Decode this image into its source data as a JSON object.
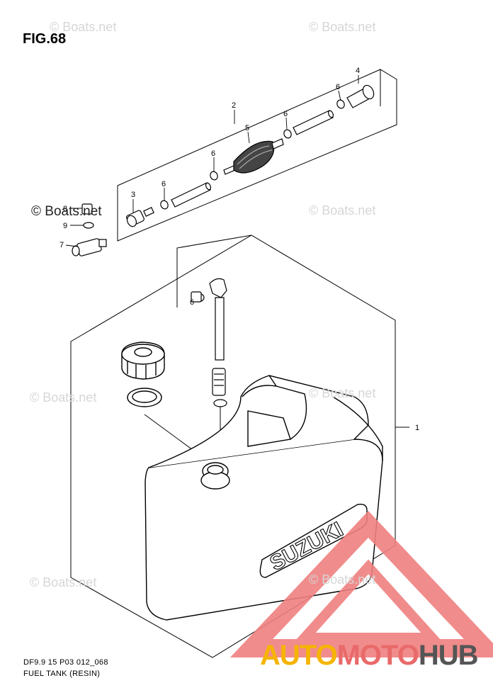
{
  "figure": {
    "title": "FIG.68"
  },
  "watermarks": [
    "© Boats.net",
    "© Boats.net",
    "© Boats.net",
    "© Boats.net",
    "© Boats.net",
    "© Boats.net",
    "© Boats.net",
    "© Boats.net"
  ],
  "watermark_dark": "© Boats.net",
  "callouts": [
    "1",
    "2",
    "3",
    "4",
    "5",
    "6",
    "6",
    "6",
    "6",
    "6",
    "7",
    "8",
    "9"
  ],
  "tank_logo": "SUZUKI",
  "caption": {
    "line1": "DF9.9 15 P03 012_068",
    "line2": "FUEL TANK (RESIN)"
  },
  "brand": {
    "part1": "AUTO",
    "part2": "MOTO",
    "part3": "HUB"
  },
  "colors": {
    "brand_yellow": "#f5b400",
    "brand_red": "#e96a6a",
    "brand_gray": "#555555",
    "triangle": "#f08080"
  }
}
